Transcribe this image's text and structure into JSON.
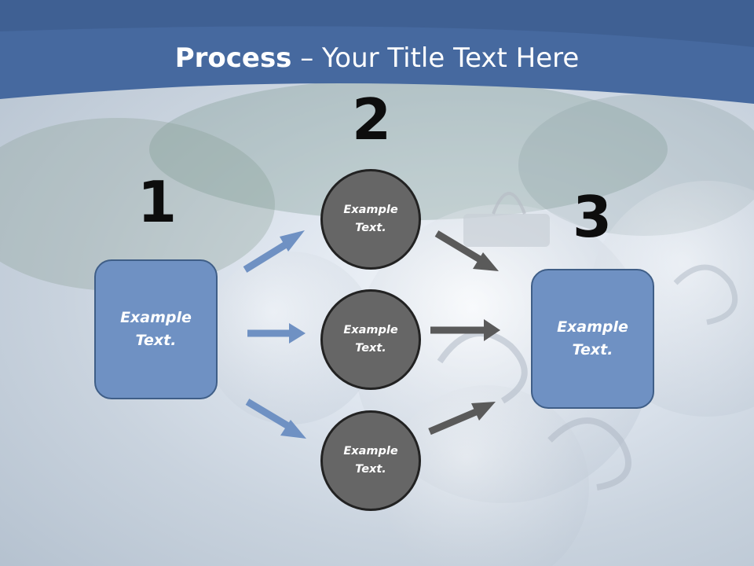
{
  "title": {
    "bold": "Process",
    "rest": " – Your Title Text Here"
  },
  "steps": {
    "one": "1",
    "two": "2",
    "three": "3"
  },
  "left_box": {
    "line1": "Example",
    "line2": "Text."
  },
  "right_box": {
    "line1": "Example",
    "line2": "Text."
  },
  "circles": [
    {
      "line1": "Example",
      "line2": "Text."
    },
    {
      "line1": "Example",
      "line2": "Text."
    },
    {
      "line1": "Example",
      "line2": "Text."
    }
  ],
  "colors": {
    "header": "#46699f",
    "box_fill": "#6f91c3",
    "circle_fill": "#666666",
    "blue_arrow": "#6f91c3",
    "gray_arrow": "#5a5a5a"
  }
}
